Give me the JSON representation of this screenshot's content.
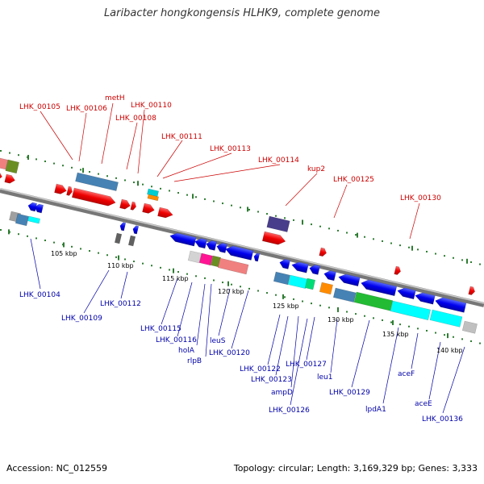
{
  "title": "Laribacter hongkongensis HLHK9, complete genome",
  "footer": {
    "accession": "Accession: NC_012559",
    "summary": "Topology: circular; Length: 3,169,329 bp; Genes: 3,333"
  },
  "colors": {
    "forward_label": "#cc0000",
    "reverse_label": "#0000aa",
    "backbone": "#888888",
    "tick": "#2e7d32"
  },
  "scale_labels": [
    "105 kbp",
    "110 kbp",
    "115 kbp",
    "120 kbp",
    "125 kbp",
    "130 kbp",
    "135 kbp",
    "140 kbp"
  ],
  "forward_labels": [
    "LHK_00105",
    "LHK_00106",
    "metH",
    "LHK_00110",
    "LHK_00108",
    "LHK_00111",
    "LHK_00113",
    "LHK_00114",
    "kup2",
    "LHK_00125",
    "LHK_00130"
  ],
  "reverse_labels": [
    "LHK_00104",
    "LHK_00109",
    "LHK_00112",
    "LHK_00115",
    "LHK_00116",
    "holA",
    "rlpB",
    "leuS",
    "LHK_00120",
    "LHK_00122",
    "LHK_00123",
    "ampD",
    "LHK_00126",
    "LHK_00127",
    "leu1",
    "LHK_00129",
    "lpdA1",
    "aceF",
    "aceE",
    "LHK_00136"
  ]
}
